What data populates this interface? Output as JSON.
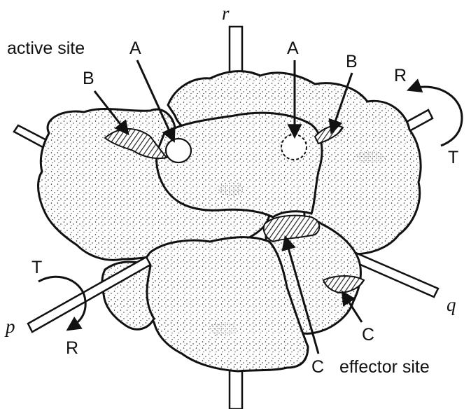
{
  "labels": {
    "active_site": "active site",
    "effector_site": "effector site",
    "site_A_left": "A",
    "site_A_right": "A",
    "site_B_left": "B",
    "site_B_right": "B",
    "site_C_right": "C",
    "site_C_bottom": "C",
    "state_R_top": "R",
    "state_T_top": "T",
    "state_T_left": "T",
    "state_R_left": "R",
    "axis_r": "r",
    "axis_p": "p",
    "axis_q": "q"
  },
  "colors": {
    "ink": "#111111",
    "protein_fill": "#ffffff",
    "hatch": "#222222"
  }
}
